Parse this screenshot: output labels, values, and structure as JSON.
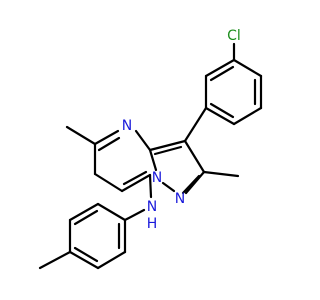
{
  "molecule": {
    "atoms": [
      {
        "id": "cl",
        "text": "Cl",
        "color": "#1d8e1d"
      },
      {
        "id": "n4",
        "text": "N",
        "color": "#1a1adb"
      },
      {
        "id": "n7a",
        "text": "N",
        "color": "#1a1adb"
      },
      {
        "id": "n1",
        "text": "N",
        "color": "#1a1adb"
      },
      {
        "id": "nh",
        "text": "N",
        "color": "#1a1adb"
      },
      {
        "id": "h",
        "text": "H",
        "color": "#1a1adb"
      }
    ]
  }
}
